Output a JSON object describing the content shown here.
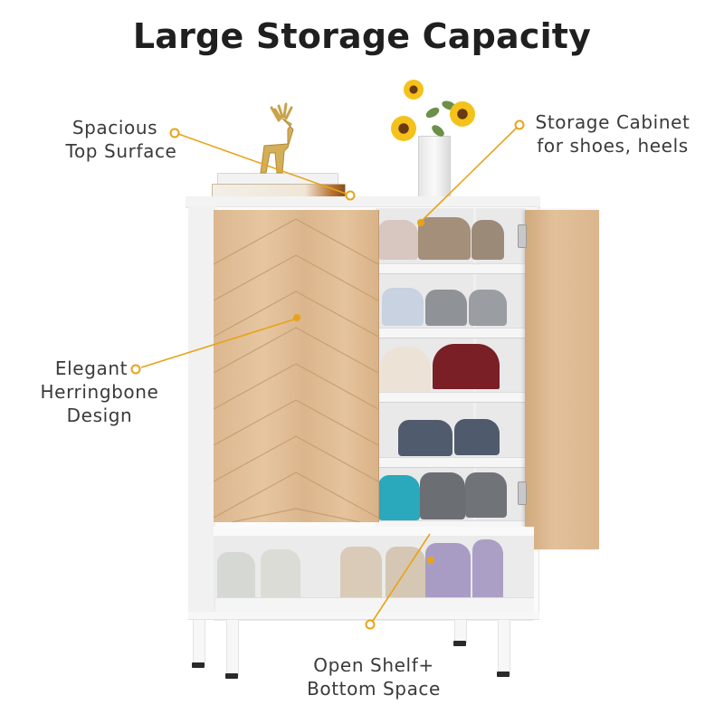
{
  "title": "Large Storage Capacity",
  "accent_color": "#E8A317",
  "callouts": [
    {
      "id": "top-surface",
      "lines": [
        "Spacious",
        "Top Surface"
      ]
    },
    {
      "id": "storage-cabinet",
      "lines": [
        "Storage Cabinet",
        "for shoes, heels"
      ]
    },
    {
      "id": "herringbone",
      "lines": [
        "Elegant",
        "Herringbone",
        "Design"
      ]
    },
    {
      "id": "open-shelf",
      "lines": [
        "Open Shelf+",
        "Bottom Space"
      ]
    }
  ],
  "product": {
    "name": "shoe cabinet",
    "color_body": "#FFFFFF",
    "color_doors": "#DDB88F",
    "shelves_in_cabinet": 5,
    "open_bottom_shelf": true
  }
}
